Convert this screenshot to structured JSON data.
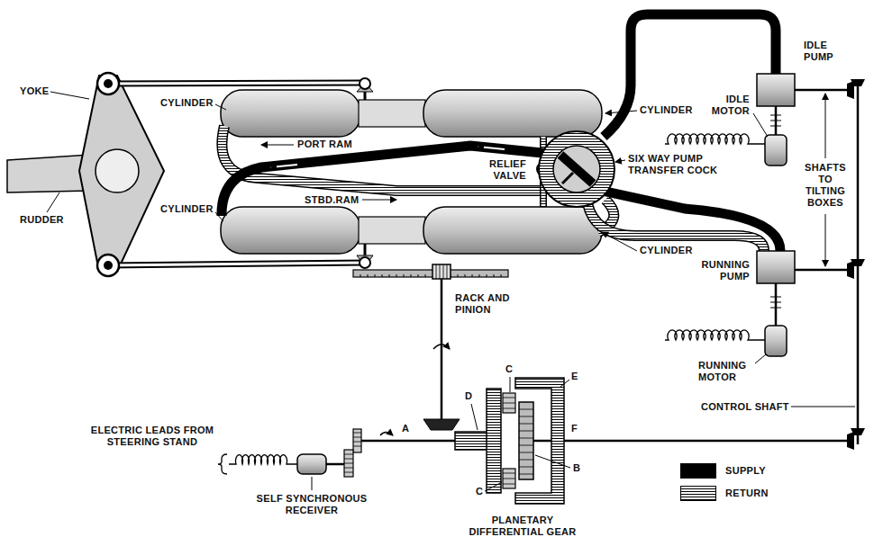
{
  "diagram": {
    "labels": [
      "YOKE",
      "CYLINDER",
      "CYLINDER",
      "PORT RAM",
      "RUDDER",
      "CYLINDER",
      "STBD.RAM",
      "CYLINDER",
      "RELIEF VALVE",
      "SIX WAY PUMP TRANSFER COCK",
      "IDLE PUMP",
      "IDLE MOTOR",
      "SHAFTS TO TILTING BOXES",
      "RUNNING PUMP",
      "RUNNING MOTOR",
      "RACK AND PINION",
      "CONTROL SHAFT",
      "C",
      "D",
      "E",
      "A",
      "F",
      "B",
      "C",
      "ELECTRIC LEADS FROM STEERING STAND",
      "SELF SYNCHRONOUS RECEIVER",
      "PLANETARY DIFFERENTIAL GEAR"
    ],
    "legend": [
      {
        "text": "SUPPLY",
        "color": "#000000"
      },
      {
        "text": "RETURN"
      }
    ]
  }
}
